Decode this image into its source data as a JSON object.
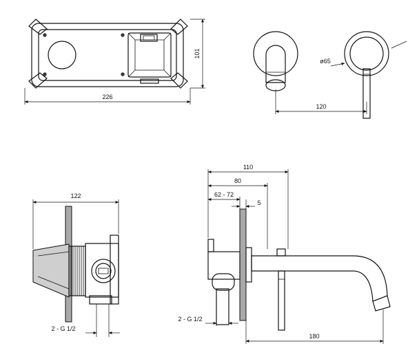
{
  "dimensions": {
    "front_width": "226",
    "front_height": "101",
    "side_spacing": "120",
    "diameter": "ø65",
    "body_depth": "122",
    "connection_left": "2 - G 1/2",
    "connection_right": "2 - G 1/2",
    "total_depth": "110",
    "depth_80": "80",
    "wall_range": "62 - 72",
    "plate_thickness": "5",
    "spout_length": "180"
  }
}
